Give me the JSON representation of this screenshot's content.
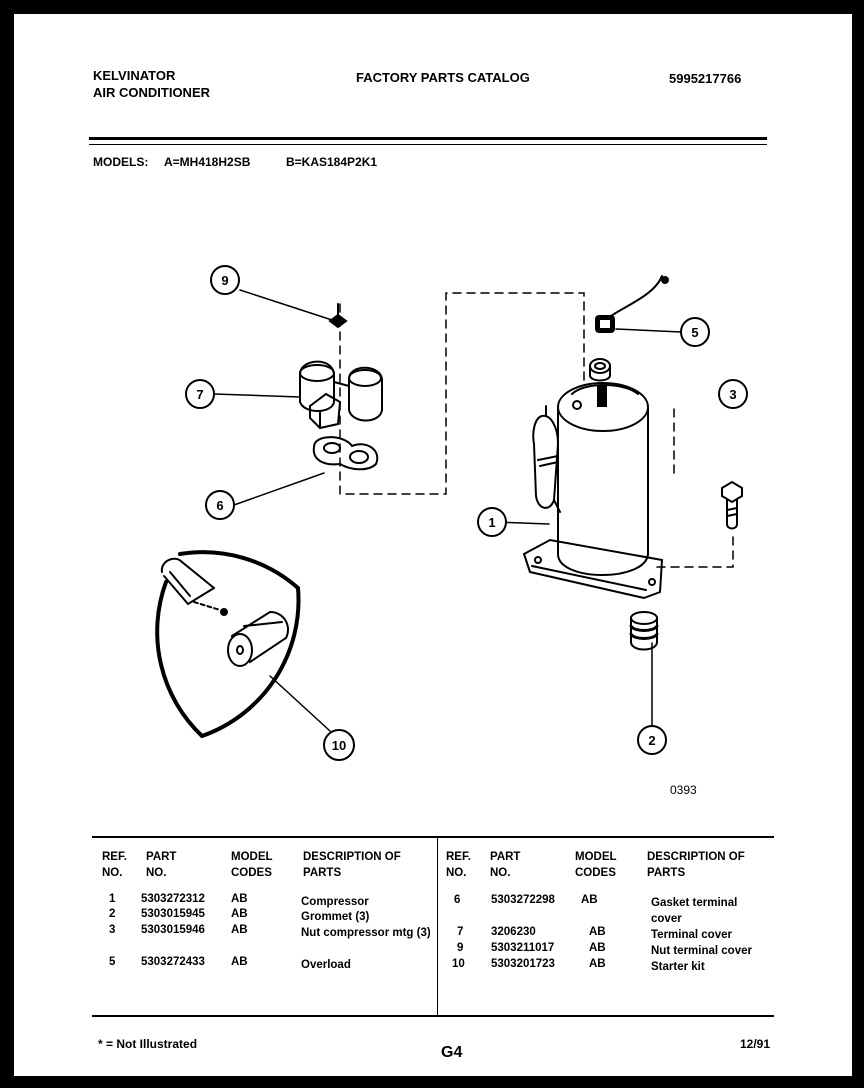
{
  "header": {
    "brand_line1": "KELVINATOR",
    "brand_line2": "AIR CONDITIONER",
    "catalog_title": "FACTORY PARTS CATALOG",
    "catalog_number": "5995217766"
  },
  "models": {
    "label": "MODELS:",
    "model_a": "A=MH418H2SB",
    "model_b": "B=KAS184P2K1"
  },
  "diagram": {
    "figure_code": "0393",
    "callouts": [
      "1",
      "2",
      "3",
      "5",
      "6",
      "7",
      "9",
      "10"
    ]
  },
  "table": {
    "headers": {
      "ref_no": "REF. NO.",
      "part_no": "PART NO.",
      "model_codes": "MODEL CODES",
      "description": "DESCRIPTION OF PARTS"
    },
    "left_rows": [
      {
        "ref": "1",
        "part": "5303272312",
        "codes": "AB",
        "desc": "Compressor"
      },
      {
        "ref": "2",
        "part": "5303015945",
        "codes": "AB",
        "desc": "Grommet (3)"
      },
      {
        "ref": "3",
        "part": "5303015946",
        "codes": "AB",
        "desc": "Nut compressor mtg (3)"
      },
      {
        "ref": "5",
        "part": "5303272433",
        "codes": "AB",
        "desc": "Overload"
      }
    ],
    "right_rows": [
      {
        "ref": "6",
        "part": "5303272298",
        "codes": "AB",
        "desc": "Gasket terminal cover"
      },
      {
        "ref": "7",
        "part": "3206230",
        "codes": "AB",
        "desc": "Terminal cover"
      },
      {
        "ref": "9",
        "part": "5303211017",
        "codes": "AB",
        "desc": "Nut terminal cover"
      },
      {
        "ref": "10",
        "part": "5303201723",
        "codes": "AB",
        "desc": "Starter kit"
      }
    ]
  },
  "footer": {
    "note": "* = Not Illustrated",
    "page_code": "G4",
    "date": "12/91"
  }
}
